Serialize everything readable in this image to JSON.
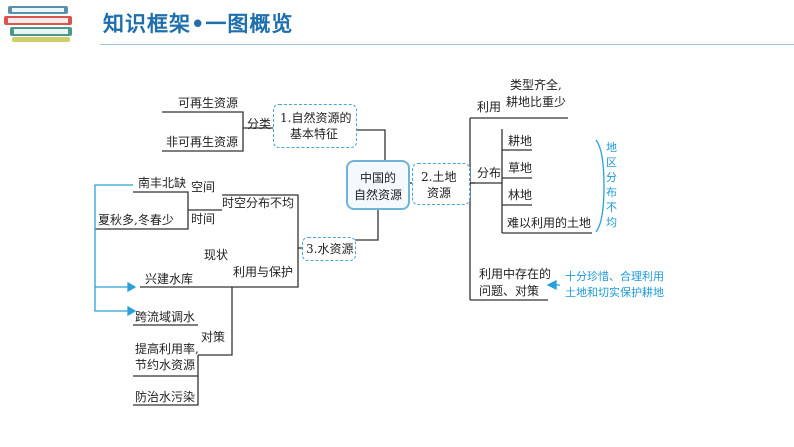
{
  "header": {
    "title": "知识框架•一图概览",
    "logo_icon": "books-stack-icon"
  },
  "diagram": {
    "center": [
      "中国的",
      "自然资源"
    ],
    "branch1": {
      "label": [
        "1.自然资源的",
        "基本特征"
      ],
      "connector": "分类",
      "leaves": [
        "可再生资源",
        "非可再生资源"
      ]
    },
    "branch2": {
      "label": [
        "2.土地",
        "资源"
      ],
      "use": {
        "label": "利用",
        "leaf": [
          "类型齐全,",
          "耕地比重少"
        ]
      },
      "distribution": {
        "label": "分布",
        "leaves": [
          "耕地",
          "草地",
          "林地",
          "难以利用的土地"
        ],
        "note": "地区分布不均"
      },
      "problems": {
        "label": [
          "利用中存在的",
          "问题、对策"
        ],
        "note": [
          "十分珍惜、合理利用",
          "土地和切实保护耕地"
        ]
      }
    },
    "branch3": {
      "label": "3.水资源",
      "distribution": {
        "label": "时空分布不均",
        "space": "空间",
        "time": "时间",
        "space_leaf": "南丰北缺",
        "time_leaf": "夏秋多,冬春少"
      },
      "protection": {
        "label": "利用与保护",
        "status": "现状",
        "measures": "对策",
        "leaves": [
          "兴建水库",
          "跨流域调水",
          "提高利用率,",
          "节约水资源",
          "防治水污染"
        ]
      }
    }
  }
}
